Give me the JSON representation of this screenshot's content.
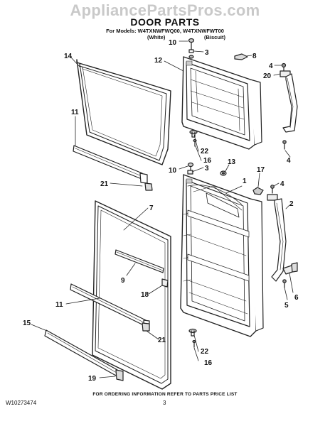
{
  "watermark": "AppliancePartsPros.com",
  "title": "DOOR PARTS",
  "models_line": "For Models: W4TXNWFWQ00, W4TXNWFWT00",
  "color_white": "(White)",
  "color_biscuit": "(Biscuit)",
  "footer": {
    "note": "FOR ORDERING INFORMATION REFER TO PARTS PRICE LIST",
    "doc_number": "W10273474",
    "page_number": "3"
  },
  "callouts": {
    "c10_top": "10",
    "c3_top": "3",
    "c8": "8",
    "c4_top": "4",
    "c20": "20",
    "c14": "14",
    "c12": "12",
    "c11_top": "11",
    "c22_top": "22",
    "c16_top": "16",
    "c4_mid": "4",
    "c10_mid": "10",
    "c3_mid": "3",
    "c13": "13",
    "c1": "1",
    "c17": "17",
    "c4_low": "4",
    "c21_top": "21",
    "c7": "7",
    "c2": "2",
    "c9": "9",
    "c18": "18",
    "c11_low": "11",
    "c6": "6",
    "c5": "5",
    "c15": "15",
    "c21_low": "21",
    "c22_low": "22",
    "c16_low": "16",
    "c19": "19"
  }
}
